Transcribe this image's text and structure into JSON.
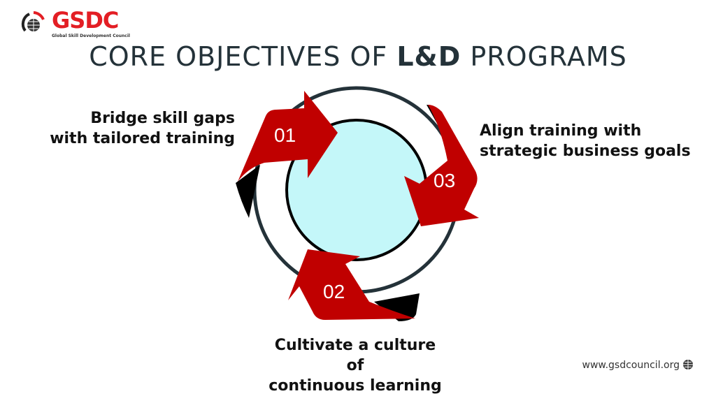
{
  "logo": {
    "name": "GSDC",
    "subtitle": "Global Skill Development Council"
  },
  "title": {
    "prefix": "CORE OBJECTIVES OF ",
    "bold": "L&D",
    "suffix": " PROGRAMS"
  },
  "objectives": [
    {
      "number": "01",
      "line1": "Bridge skill gaps",
      "line2": "with tailored training"
    },
    {
      "number": "02",
      "line1": "Cultivate a culture of",
      "line2": "continuous learning"
    },
    {
      "number": "03",
      "line1": "Align training with",
      "line2": "strategic business goals"
    }
  ],
  "footer": {
    "url": "www.gsdcouncil.org"
  },
  "colors": {
    "accent": "#c00000",
    "center": "#c4f7f9",
    "ring": "#243239"
  }
}
